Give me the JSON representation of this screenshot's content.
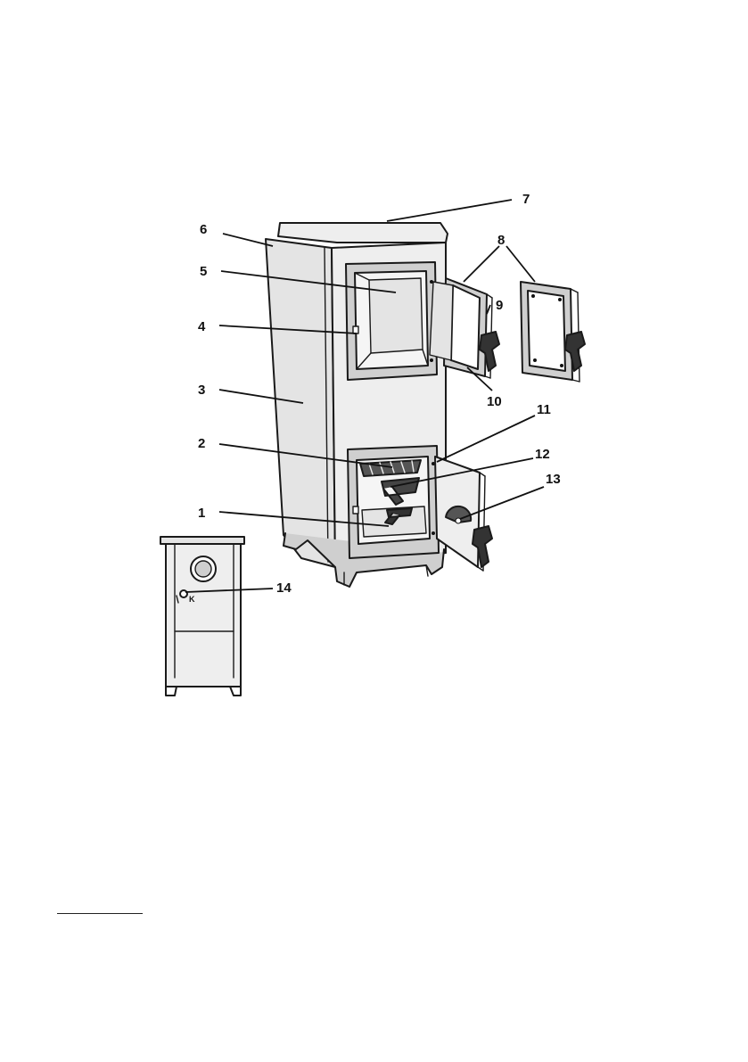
{
  "callouts": {
    "c1": "1",
    "c2": "2",
    "c3": "3",
    "c4": "4",
    "c5": "5",
    "c6": "6",
    "c7": "7",
    "c8": "8",
    "c9": "9",
    "c10": "10",
    "c11": "11",
    "c12": "12",
    "c13": "13",
    "c14": "14"
  },
  "inset_mark": "K"
}
